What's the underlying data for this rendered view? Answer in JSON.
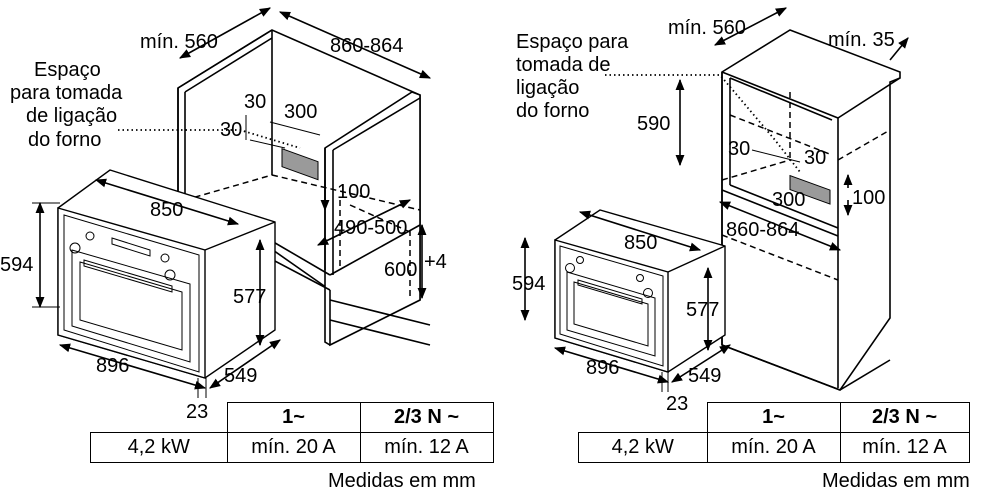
{
  "left": {
    "note": [
      "Espaço",
      "para tomada",
      "de ligação",
      "do forno"
    ],
    "dims": {
      "min_depth": "mín. 560",
      "niche_width": "860-864",
      "socket_30a": "30",
      "socket_30b": "30",
      "socket_300": "300",
      "d100": "100",
      "d490": "490-500",
      "d600": "600",
      "plus4": "+4",
      "w850": "850",
      "h594": "594",
      "h577": "577",
      "w896": "896",
      "d549": "549",
      "d23": "23"
    },
    "table": {
      "header": [
        "1~",
        "2/3 N ~"
      ],
      "row": [
        "4,2 kW",
        "mín. 20 A",
        "mín. 12 A"
      ]
    },
    "units": "Medidas em mm"
  },
  "right": {
    "note": [
      "Espaço para",
      "tomada de",
      "ligação",
      "do forno"
    ],
    "dims": {
      "min_depth": "mín. 560",
      "min35": "mín. 35",
      "h590": "590",
      "socket_30a": "30",
      "socket_30b": "30",
      "socket_300": "300",
      "d100": "100",
      "niche_width": "860-864",
      "w850": "850",
      "h594": "594",
      "h577": "577",
      "w896": "896",
      "d549": "549",
      "d23": "23"
    },
    "table": {
      "header": [
        "1~",
        "2/3 N ~"
      ],
      "row": [
        "4,2 kW",
        "mín. 20 A",
        "mín. 12 A"
      ]
    },
    "units": "Medidas em mm"
  }
}
